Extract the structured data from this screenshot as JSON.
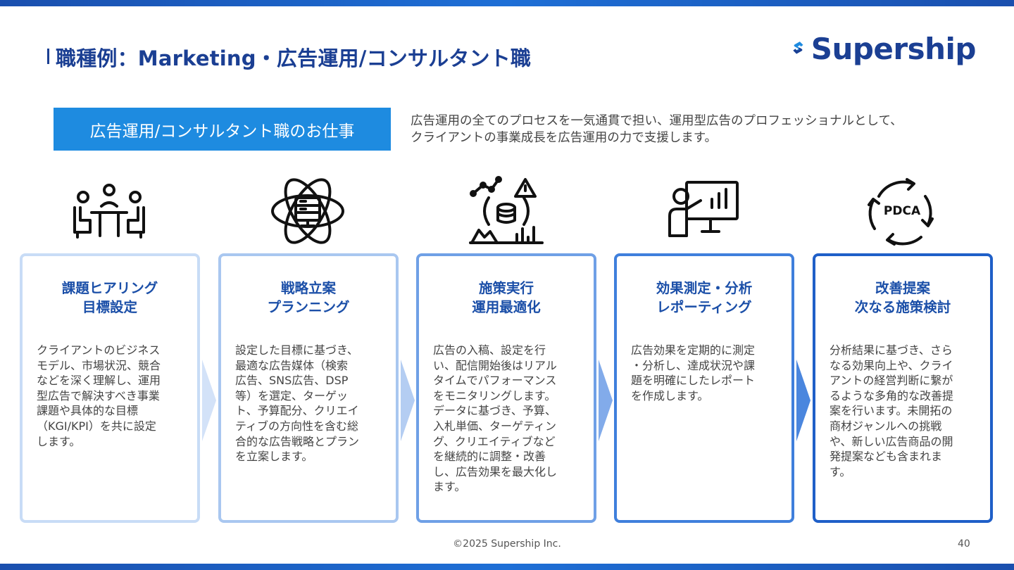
{
  "header": {
    "title": "職種例：Marketing・広告運用/コンサルタント職",
    "logo_text": "Supership"
  },
  "role": {
    "label": "広告運用/コンサルタント職のお仕事",
    "description_lines": [
      "広告運用の全てのプロセスを一気通貫で担い、運用型広告のプロフェッショナルとして、",
      "クライアントの事業成長を広告運用の力で支援します。"
    ]
  },
  "steps": [
    {
      "icon": "meeting-icon",
      "title_lines": [
        "課題ヒアリング",
        "目標設定"
      ],
      "body_lines": [
        "クライアントのビジネス",
        "モデル、市場状況、競合",
        "などを深く理解し、運用",
        "型広告で解決すべき事業",
        "課題や具体的な目標",
        "（KGI/KPI）を共に設定",
        "します。"
      ],
      "border_color": "#c8dcf6"
    },
    {
      "icon": "strategy-atom-icon",
      "title_lines": [
        "戦略立案",
        "プランニング"
      ],
      "body_lines": [
        "設定した目標に基づき、",
        "最適な広告媒体（検索",
        "広告、SNS広告、DSP",
        "等）を選定、ターゲッ",
        "ト、予算配分、クリエイ",
        "ティブの方向性を含む総",
        "合的な広告戦略とプラン",
        "を立案します。"
      ],
      "border_color": "#a9c7f0"
    },
    {
      "icon": "data-analytics-icon",
      "title_lines": [
        "施策実行",
        "運用最適化"
      ],
      "body_lines": [
        "広告の入稿、設定を行",
        "い、配信開始後はリアル",
        "タイムでパフォーマンス",
        "をモニタリングします。",
        "データに基づき、予算、",
        "入札単価、ターゲティン",
        "グ、クリエイティブなど",
        "を継続的に調整・改善",
        "し、広告効果を最大化し",
        "ます。"
      ],
      "border_color": "#6fa0e6"
    },
    {
      "icon": "presentation-chart-icon",
      "title_lines": [
        "効果測定・分析",
        "レポーティング"
      ],
      "body_lines": [
        "広告効果を定期的に測定",
        "・分析し、達成状況や課",
        "題を明確にしたレポート",
        "を作成します。"
      ],
      "border_color": "#3f7fdc"
    },
    {
      "icon": "pdca-cycle-icon",
      "icon_label": "PDCA",
      "title_lines": [
        "改善提案",
        "次なる施策検討"
      ],
      "body_lines": [
        "分析結果に基づき、さら",
        "なる効果向上や、クライ",
        "アントの経営判断に繋が",
        "るような多角的な改善提",
        "案を行います。未開拓の",
        "商材ジャンルへの挑戦",
        "や、新しい広告商品の開",
        "発提案なども含まれま",
        "す。"
      ],
      "border_color": "#1f5fc8"
    }
  ],
  "arrows": [
    {
      "color": "#d3e2f8"
    },
    {
      "color": "#b4cdf2"
    },
    {
      "color": "#82abea"
    },
    {
      "color": "#4a86de"
    }
  ],
  "footer": {
    "copyright": "©2025 Supership Inc.",
    "page_number": "40"
  }
}
